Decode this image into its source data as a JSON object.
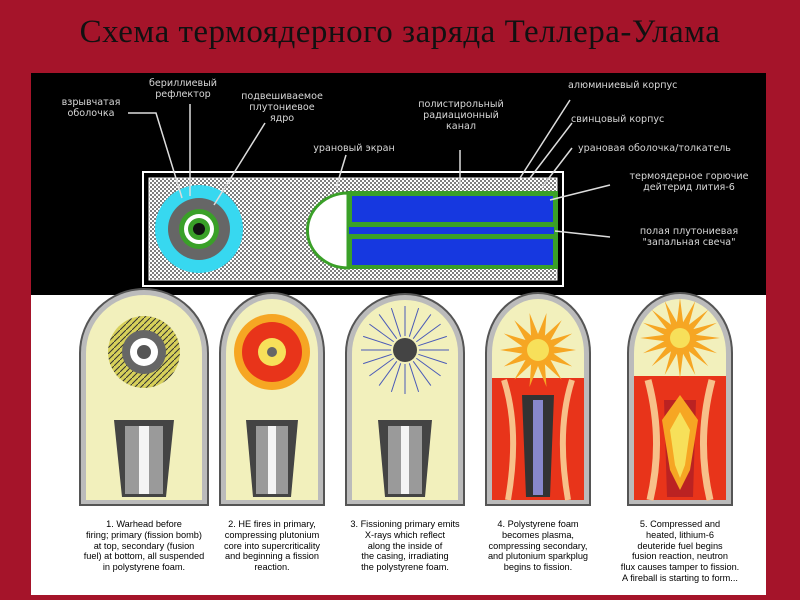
{
  "title": "Схема термоядерного заряда Теллера-Улама",
  "labels": {
    "explosive_shell": "взрывчатая\nоболочка",
    "beryllium_reflector": "бериллиевый\nрефлектор",
    "plutonium_core": "подвешиваемое\nплутониевое\nядро",
    "uranium_screen": "урановый экран",
    "polystyrene_channel": "полистирольный\nрадиационный\nканал",
    "aluminum_case": "алюминиевый корпус",
    "lead_case": "свинцовый корпус",
    "uranium_tamper": "урановая оболочка/толкатель",
    "fusion_fuel": "термоядерное горючие\nдейтерид лития-6",
    "sparkplug": "полая плутониевая\n\"запальная свеча\""
  },
  "stages": [
    {
      "caption": "1. Warhead before\nfiring; primary (fission bomb)\nat top, secondary (fusion\nfuel) at bottom, all suspended\nin polystyrene foam."
    },
    {
      "caption": "2. HE fires in primary,\ncompressing plutonium\ncore into supercriticality\nand beginning a fission\nreaction."
    },
    {
      "caption": "3. Fissioning primary emits\nX-rays which reflect\nalong the inside of\nthe casing, irradiating\nthe polystyrene foam."
    },
    {
      "caption": "4. Polystyrene foam\nbecomes plasma,\ncompressing secondary,\nand plutonium sparkplug\nbegins to fission."
    },
    {
      "caption": "5. Compressed and\nheated, lithium-6\ndeuteride fuel begins\nfusion reaction, neutron\nflux causes tamper to fission.\nA fireball is starting to form..."
    }
  ],
  "colors": {
    "background": "#a5142a",
    "foam": "#f2f0bc",
    "fuel": "#1638e0",
    "tamper": "#3aa028",
    "reflector": "#37d8f0",
    "plasma": "#e8341a"
  }
}
